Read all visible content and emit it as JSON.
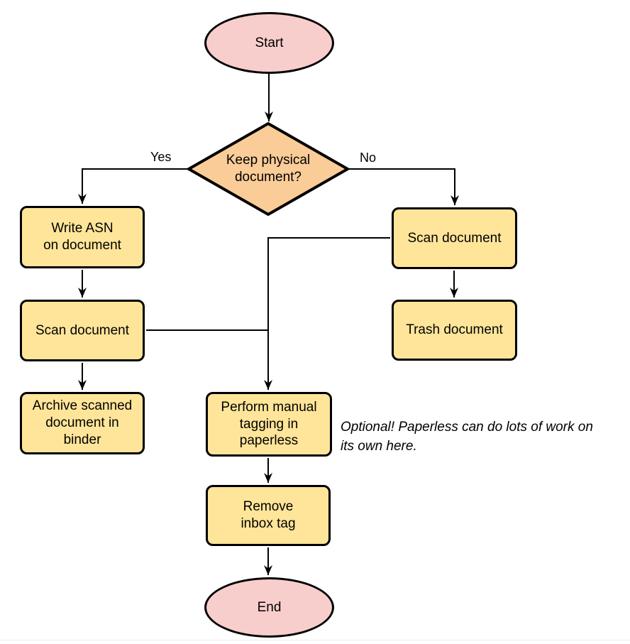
{
  "diagram": {
    "type": "flowchart",
    "colors": {
      "terminal_fill": "#F8CECC",
      "process_fill": "#FFE599",
      "decision_fill": "#FACC98",
      "stroke": "#000000",
      "background": "#FFFFFF"
    },
    "nodes": {
      "start": {
        "shape": "ellipse",
        "label": "Start"
      },
      "decision": {
        "shape": "diamond",
        "label": "Keep physical\ndocument?"
      },
      "write_asn": {
        "shape": "process",
        "label": "Write ASN\non document"
      },
      "scan_left": {
        "shape": "process",
        "label": "Scan document"
      },
      "archive": {
        "shape": "process",
        "label": "Archive scanned\ndocument in\nbinder"
      },
      "scan_right": {
        "shape": "process",
        "label": "Scan document"
      },
      "trash": {
        "shape": "process",
        "label": "Trash document"
      },
      "tagging": {
        "shape": "process",
        "label": "Perform manual\ntagging in\npaperless"
      },
      "remove_inbox": {
        "shape": "process",
        "label": "Remove\ninbox tag"
      },
      "end": {
        "shape": "ellipse",
        "label": "End"
      }
    },
    "edge_labels": {
      "yes": "Yes",
      "no": "No"
    },
    "edges": [
      {
        "from": "start",
        "to": "decision",
        "label": ""
      },
      {
        "from": "decision",
        "to": "write_asn",
        "label": "Yes"
      },
      {
        "from": "decision",
        "to": "scan_right",
        "label": "No"
      },
      {
        "from": "write_asn",
        "to": "scan_left",
        "label": ""
      },
      {
        "from": "scan_left",
        "to": "archive",
        "label": ""
      },
      {
        "from": "scan_left",
        "to": "tagging",
        "label": ""
      },
      {
        "from": "scan_right",
        "to": "trash",
        "label": ""
      },
      {
        "from": "scan_right",
        "to": "tagging",
        "label": ""
      },
      {
        "from": "tagging",
        "to": "remove_inbox",
        "label": ""
      },
      {
        "from": "remove_inbox",
        "to": "end",
        "label": ""
      }
    ],
    "note": "Optional! Paperless can do lots of work on\nits own here."
  }
}
